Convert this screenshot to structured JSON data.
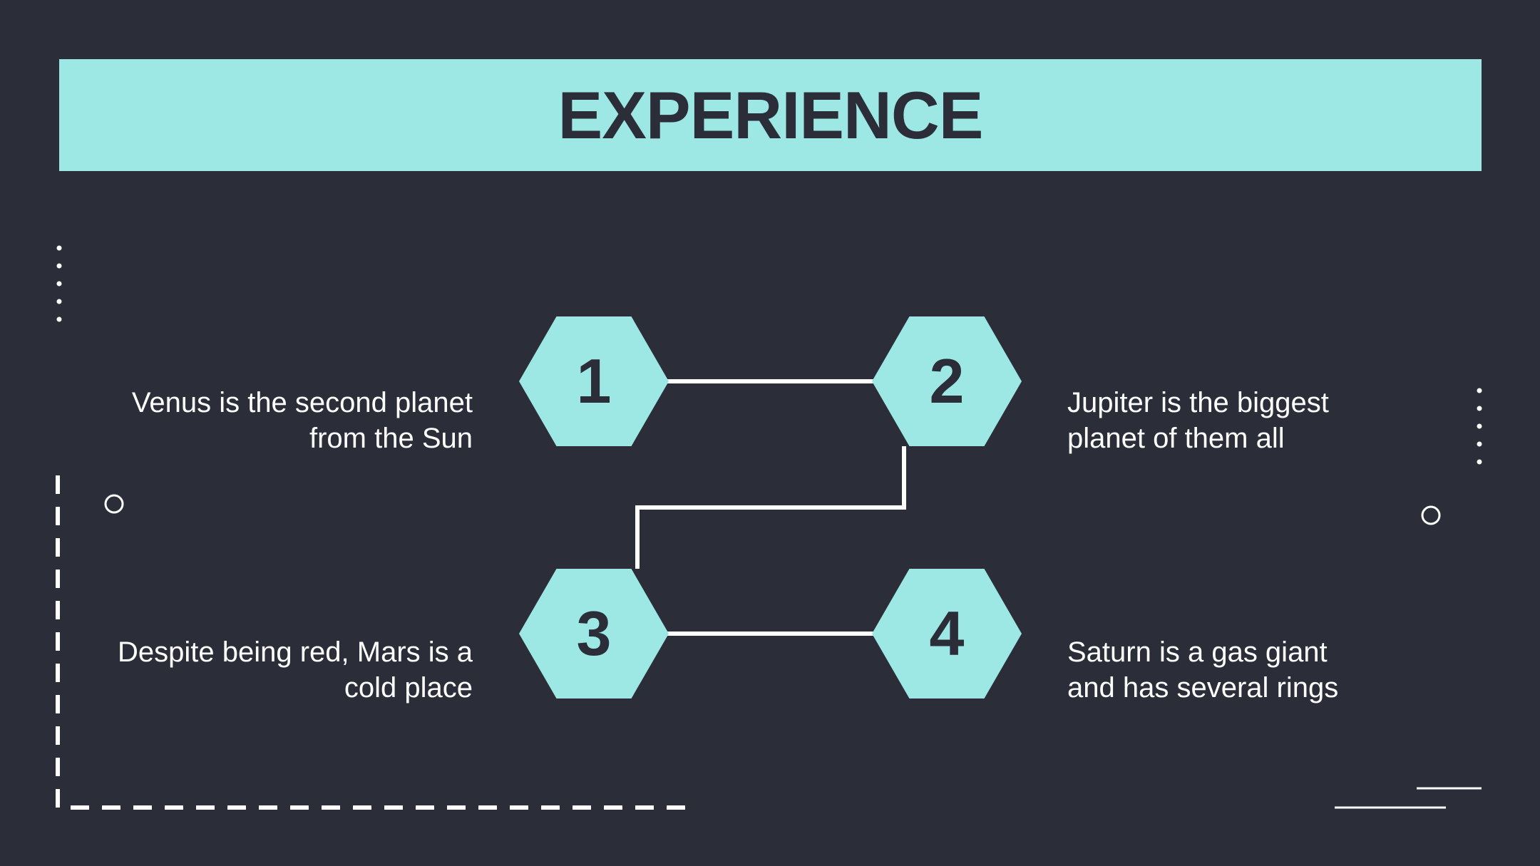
{
  "title": "EXPERIENCE",
  "colors": {
    "background": "#2b2e38",
    "accent": "#9de7e5",
    "line": "#ffffff"
  },
  "steps": [
    {
      "number": "1",
      "text": "Venus is the second planet from the Sun"
    },
    {
      "number": "2",
      "text": "Jupiter is the biggest planet of them all"
    },
    {
      "number": "3",
      "text": "Despite being red, Mars is a cold place"
    },
    {
      "number": "4",
      "text": "Saturn is a gas giant and has several rings"
    }
  ]
}
